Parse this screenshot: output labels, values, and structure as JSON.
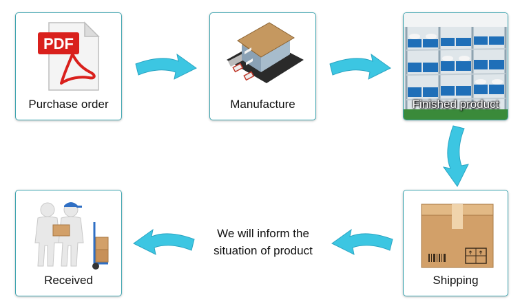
{
  "steps": {
    "purchase_order": {
      "label": "Purchase order",
      "icon": "pdf-document-icon",
      "pdf_text": "PDF"
    },
    "manufacture": {
      "label": "Manufacture",
      "icon": "factory-building-icon"
    },
    "finished_product": {
      "label": "Finished product",
      "icon": "warehouse-shelves-photo"
    },
    "shipping": {
      "label": "Shipping",
      "icon": "cardboard-box-icon"
    },
    "received": {
      "label": "Received",
      "icon": "delivery-people-icon"
    }
  },
  "note": {
    "line1": "We will inform the",
    "line2": "situation of product"
  },
  "colors": {
    "card_border": "#3fa5b0",
    "arrow": "#3cc6e2",
    "pdf_red": "#d9201c"
  }
}
